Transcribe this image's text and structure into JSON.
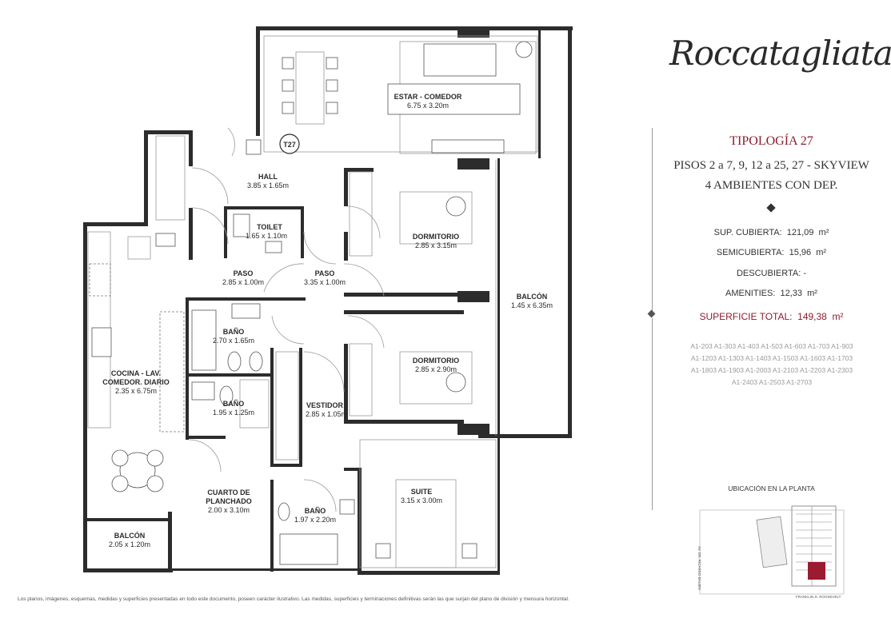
{
  "plan": {
    "unit_tag": "T27",
    "rooms": [
      {
        "id": "estar",
        "name": "ESTAR - COMEDOR",
        "dim": "6.75 x 3.20m"
      },
      {
        "id": "hall",
        "name": "HALL",
        "dim": "3.85 x 1.65m"
      },
      {
        "id": "toilet",
        "name": "TOILET",
        "dim": "1.65 x 1.10m"
      },
      {
        "id": "dorm1",
        "name": "DORMITORIO",
        "dim": "2.85 x 3.15m"
      },
      {
        "id": "paso1",
        "name": "PASO",
        "dim": "2.85 x 1.00m"
      },
      {
        "id": "paso2",
        "name": "PASO",
        "dim": "3.35 x 1.00m"
      },
      {
        "id": "balcon1",
        "name": "BALCÓN",
        "dim": "1.45 x 6.35m"
      },
      {
        "id": "bano1",
        "name": "BAÑO",
        "dim": "2.70 x 1.65m"
      },
      {
        "id": "dorm2",
        "name": "DORMITORIO",
        "dim": "2.85 x 2.90m"
      },
      {
        "id": "cocina",
        "name": "COCINA - LAV.",
        "name2": "COMEDOR. DIARIO",
        "dim": "2.35 x 6.75m"
      },
      {
        "id": "bano2",
        "name": "BAÑO",
        "dim": "1.95 x 1.25m"
      },
      {
        "id": "vestidor",
        "name": "VESTIDOR",
        "dim": "2.85 x 1.05m"
      },
      {
        "id": "cuarto",
        "name": "CUARTO DE",
        "name2": "PLANCHADO",
        "dim": "2.00 x 3.10m"
      },
      {
        "id": "suite",
        "name": "SUITE",
        "dim": "3.15 x 3.00m"
      },
      {
        "id": "bano3",
        "name": "BAÑO",
        "dim": "1.97 x 2.20m"
      },
      {
        "id": "balcon2",
        "name": "BALCÓN",
        "dim": "2.05 x 1.20m"
      }
    ]
  },
  "panel": {
    "logo": "Roccatagliata",
    "title": "TIPOLOGÍA 27",
    "floors": "PISOS 2 a 7, 9, 12 a 25, 27 - SKYVIEW",
    "rooms": "4 AMBIENTES CON DEP.",
    "surfaces": [
      {
        "label": "SUP. CUBIERTA:",
        "value": "121,09",
        "unit": "m²"
      },
      {
        "label": "SEMICUBIERTA:",
        "value": "15,96",
        "unit": "m²"
      },
      {
        "label": "DESCUBIERTA:",
        "value": "-",
        "unit": ""
      },
      {
        "label": "AMENITIES:",
        "value": "12,33",
        "unit": "m²"
      }
    ],
    "total": {
      "label": "SUPERFICIE TOTAL:",
      "value": "149,38",
      "unit": "m²"
    },
    "units_lines": [
      "A1-203 A1-303 A1-403 A1-503 A1-603 A1-703 A1-903",
      "A1-1203 A1-1303 A1-1403 A1-1503 A1-1603 A1-1703",
      "A1-1803 A1-1903 A1-2003 A1-2103 A1-2203 A1-2303",
      "A1-2403 A1-2503 A1-2703"
    ],
    "location_title": "UBICACIÓN EN LA PLANTA",
    "street_left": "AV. DR. RICARDO BALBÍN",
    "street_bottom": "FRANKLIN D. ROOSEVELT"
  },
  "disclaimer": "Los planos, imágenes, esquemas, medidas y superficies presentadas en todo este documento, poseen carácter ilustrativo. Las medidas, superficies y terminaciones definitivas serán las que surjan del plano de división y mensura horizontal.",
  "colors": {
    "accent": "#8b1d2e",
    "wall": "#2c2c2c",
    "unit_highlight": "#9b1b30"
  }
}
